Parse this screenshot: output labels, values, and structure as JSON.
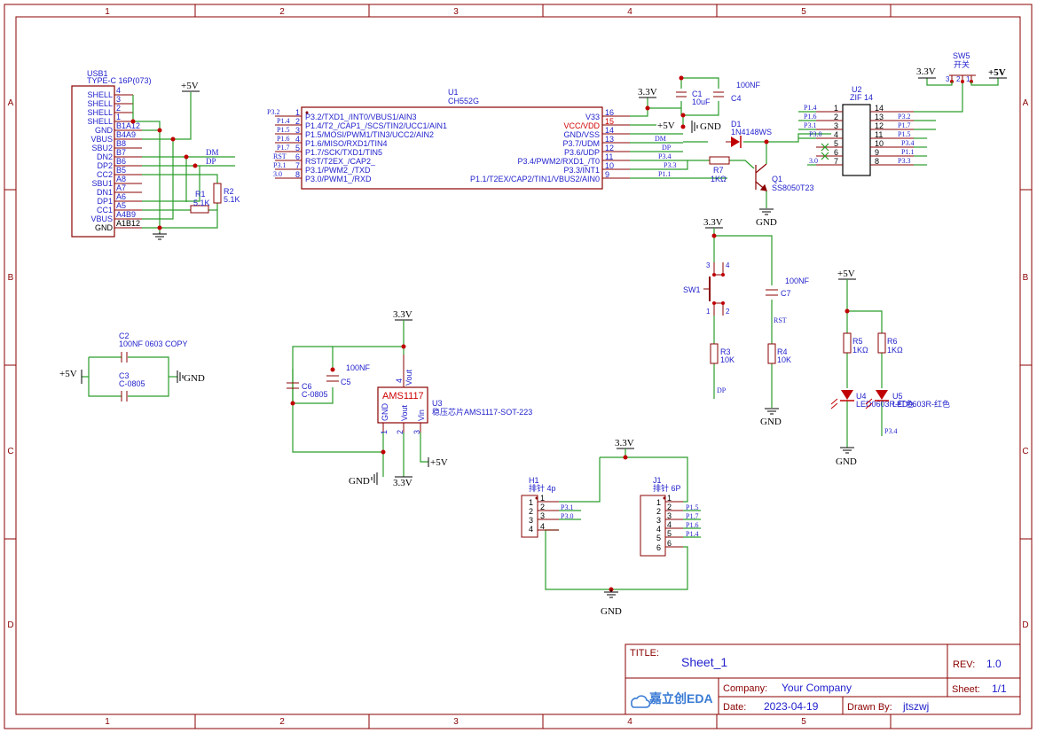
{
  "frame": {
    "columns": [
      "1",
      "2",
      "3",
      "4",
      "5"
    ],
    "rows": [
      "A",
      "B",
      "C",
      "D"
    ]
  },
  "title_block": {
    "title_label": "TITLE:",
    "title": "Sheet_1",
    "rev_label": "REV:",
    "rev": "1.0",
    "company_label": "Company:",
    "company": "Your Company",
    "sheet_label": "Sheet:",
    "sheet": "1/1",
    "date_label": "Date:",
    "date": "2023-04-19",
    "drawn_label": "Drawn By:",
    "drawn_by": "jtszwj",
    "logo_text": "嘉立创EDA"
  },
  "usb": {
    "ref": "USB1",
    "part": "TYPE-C 16P(073)",
    "pin_names": [
      "SHELL",
      "SHELL",
      "SHELL",
      "SHELL",
      "GND",
      "VBUS",
      "SBU2",
      "DN2",
      "DP2",
      "CC2",
      "SBU1",
      "DN1",
      "DP1",
      "CC1",
      "VBUS",
      "GND"
    ],
    "pin_numbers": [
      "4",
      "3",
      "2",
      "1",
      "B1A12",
      "B4A9",
      "B8",
      "B7",
      "B6",
      "B5",
      "A8",
      "A7",
      "A6",
      "A5",
      "A4B9",
      "A1B12"
    ]
  },
  "r1": {
    "ref": "R1",
    "value": "5.1K"
  },
  "r2": {
    "ref": "R2",
    "value": "5.1K"
  },
  "u1": {
    "ref": "U1",
    "part": "CH552G",
    "left_pins": [
      "P3.2/TXD1_/INT0/VBUS1/AIN3",
      "P1.4/T2_/CAP1_/SCS/TIN2/UCC1/AIN1",
      "P1.5/MOSI/PWM1/TIN3/UCC2/AIN2",
      "P1.6/MISO/RXD1/TIN4",
      "P1.7/SCK/TXD1/TIN5",
      "RST/T2EX_/CAP2_",
      "P3.1/PWM2_/TXD",
      "P3.0/PWM1_/RXD"
    ],
    "left_nums": [
      "1",
      "2",
      "3",
      "4",
      "5",
      "6",
      "7",
      "8"
    ],
    "right_pins": [
      "V33",
      "VCC/VDD",
      "GND/VSS",
      "P3.7/UDM",
      "P3.6/UDP",
      "P3.4/PWM2/RXD1_/T0",
      "P3.3/INT1",
      "P1.1/T2EX/CAP2/TIN1/VBUS2/AIN0"
    ],
    "right_nums": [
      "16",
      "15",
      "14",
      "13",
      "12",
      "11",
      "10",
      "9"
    ]
  },
  "u2": {
    "ref": "U2",
    "part": "ZIF 14",
    "left_nums": [
      "1",
      "2",
      "3",
      "4",
      "5",
      "6",
      "7"
    ],
    "right_nums": [
      "14",
      "13",
      "12",
      "11",
      "10",
      "9",
      "8"
    ]
  },
  "power": {
    "p5v": "+5V",
    "p33": "3.3V",
    "gnd": "GND"
  },
  "nets": {
    "dm": "DM",
    "dp": "DP",
    "rst": "RST",
    "p32": "P3.2",
    "p14": "P1.4",
    "p15": "P1.5",
    "p16": "P1.6",
    "p17": "P1.7",
    "p31": "P3.1",
    "p30": "P3.0",
    "p34": "P3.4",
    "p33": "P3.3",
    "p11": "P1.1",
    "n30": "3.0"
  },
  "c1": {
    "ref": "C1",
    "value": "10uF"
  },
  "c4": {
    "ref": "C4",
    "value": "100NF"
  },
  "d1": {
    "ref": "D1",
    "part": "1N4148WS"
  },
  "r7": {
    "ref": "R7",
    "value": "1KΩ"
  },
  "q1": {
    "ref": "Q1",
    "part": "SS8050T23"
  },
  "sw5": {
    "ref": "SW5",
    "part": "开关",
    "pins": [
      "3",
      "2",
      "1"
    ]
  },
  "sw1": {
    "ref": "SW1",
    "pins_top": [
      "3",
      "4"
    ],
    "pins_bot": [
      "1",
      "2"
    ]
  },
  "c7": {
    "ref": "C7",
    "value": "100NF"
  },
  "r3": {
    "ref": "R3",
    "value": "10K"
  },
  "r4": {
    "ref": "R4",
    "value": "10K"
  },
  "r5": {
    "ref": "R5",
    "value": "1KΩ"
  },
  "r6": {
    "ref": "R6",
    "value": "1KΩ"
  },
  "u4": {
    "ref": "U4",
    "part": "LED0603R-红色"
  },
  "u5": {
    "ref": "U5",
    "part": "LED0603R-红色"
  },
  "c2": {
    "ref": "C2",
    "value": "100NF 0603 COPY"
  },
  "c3": {
    "ref": "C3",
    "value": "C-0805"
  },
  "c6": {
    "ref": "C6",
    "value": "C-0805"
  },
  "c5": {
    "ref": "C5",
    "value": "100NF"
  },
  "u3": {
    "ref": "U3",
    "part": "AMS1117",
    "desc": "稳压芯片AMS1117-SOT-223",
    "pins": [
      "GND",
      "Vout",
      "Vin"
    ],
    "nums": [
      "1",
      "2",
      "3"
    ],
    "top_pin": "Vout",
    "top_num": "4"
  },
  "h1": {
    "ref": "H1",
    "part": "排针 4p",
    "nums": [
      "1",
      "2",
      "3",
      "4"
    ]
  },
  "j1": {
    "ref": "J1",
    "part": "排针 6P",
    "nums": [
      "1",
      "2",
      "3",
      "4",
      "5",
      "6"
    ]
  }
}
